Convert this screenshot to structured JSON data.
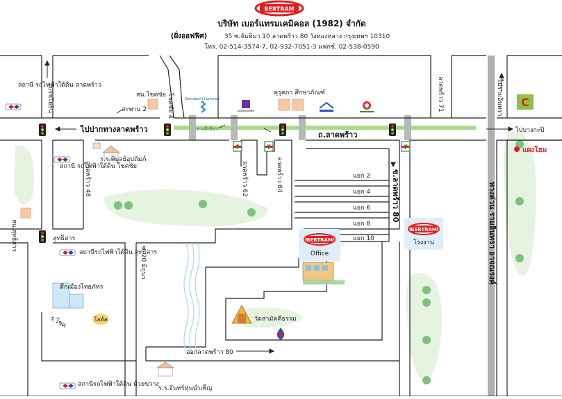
{
  "header": {
    "logo_text": "BERTRAM",
    "company": "บริษัท เบอร์แทรมเคมิคอล (1982) จำกัด",
    "office_label": "(ฝั่งออฟฟิศ)",
    "address": "35 ซ.จันทิมา 10 ลาดพร้าว 80 วังทองหลาง กรุงเทพฯ 10310",
    "contact": "โทร. 02-514-3574-7, 02-932-7051-3 แฟกซ์. 02-538-0590"
  },
  "colors": {
    "green_road": "#a9dc8a",
    "park": "#e6f3e0",
    "red": "#e02020",
    "water": "#a8d8f0",
    "grey_road": "#b0b0b0"
  },
  "labels": {
    "mrt_ladprao": "สถานี รถไฟฟ้าใต้ดิน ลาดพร้าว",
    "to_ratchada": "ไปรัชโยธิน",
    "sor_nor_chokchai": "สน.โชคชัย",
    "saphan2": "สะพาน 2",
    "chokchai4": "โชคชัย 4",
    "standard_chartered": "Standard Chartered",
    "kurusapa": "คุรุสภา ศึกษาภัณฑ์",
    "ladprao71": "ลาดพร้าว 71",
    "to_ramindra": "ไปรามอินทรา",
    "to_pak_ladprao": "ไปปากทางลาดพร้าว",
    "green_line": "ทางสีเขียว",
    "ladprao_road": "ถ.ลาดพร้าว",
    "to_bangkapi": "ไปบางกะปิ",
    "seven_eleven": "7",
    "big_c": "C",
    "homepro": "แผงโฮม",
    "mrt_chokchai": "สถานี รถไฟฟ้าใต้ดิน โชคชัย",
    "ladprao48": "ลาดพร้าว 48",
    "school_pibul": "ร.ร.พิบูลย์อุปถัมภ์",
    "ladprao62": "ลาดพร้าว 62",
    "ladprao64": "ลาดพร้าว 64",
    "ladprao80": "ซ.ลาดพร้าว 80",
    "express_way": "ทางด่วน รามอินทรา อาจณรงค์",
    "sukhaphiban": "สน.สุทธิสาร",
    "sukhothai": "สุทธิสาร",
    "mrt_sutthisan": "สถานีรถไฟฟ้าใต้ดิน สุทธิสาร",
    "soi20": "ซ. 20 มิถุนา",
    "factory": "โรงงาน",
    "office": "Office",
    "bertram": "BERTRAM",
    "thai_tower": "ตึกเมืองไทยภัทร",
    "lotus": "โลตัส",
    "ratchada_soi": "ร.โชค",
    "wat": "วัดสามัคคีธรรม",
    "okladprao80": "ออกลาดพร้าว 80",
    "school_chan": "ร.ร.จันทร์หุ่นบำเพ็ญ",
    "mrt_huaykwang": "สถานีรถไฟฟ้าใต้ดิน ห้วยขวาง"
  },
  "soi_labels": [
    "แยก 2",
    "แยก 4",
    "แยก 6",
    "แยก 8",
    "แยก 10"
  ]
}
